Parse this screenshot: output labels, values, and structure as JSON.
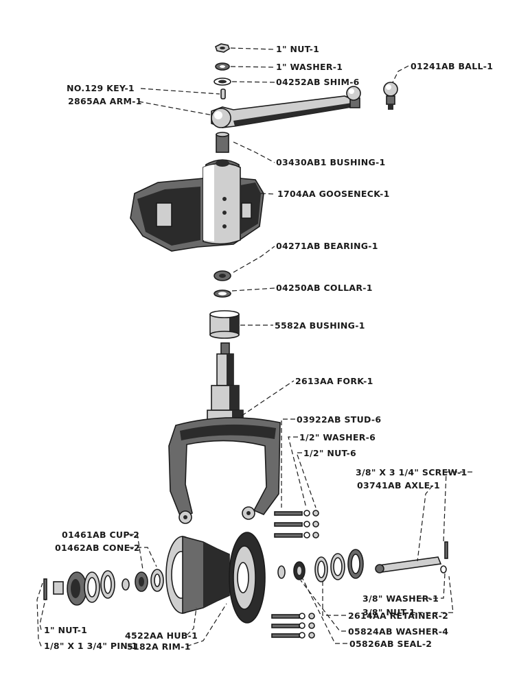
{
  "labels": {
    "nut_1in_top": "1\" NUT-1",
    "washer_1in": "1\" WASHER-1",
    "shim": "04252AB SHIM-6",
    "ball": "01241AB BALL-1",
    "key": "NO.129 KEY-1",
    "arm": "2865AA ARM-1",
    "bushing_top": "03430AB1 BUSHING-1",
    "gooseneck": "1704AA GOOSENECK-1",
    "bearing": "04271AB BEARING-1",
    "collar": "04250AB COLLAR-1",
    "bushing_lower": "5582A BUSHING-1",
    "fork": "2613AA FORK-1",
    "stud": "03922AB STUD-6",
    "washer_half": "1/2\" WASHER-6",
    "nut_half": "1/2\" NUT-6",
    "screw": "3/8\" X 3 1/4\" SCREW-1",
    "axle": "03741AB AXLE-1",
    "cup": "01461AB CUP-2",
    "cone": "01462AB CONE-2",
    "washer_3_8": "3/8\" WASHER-1",
    "nut_3_8": "3/8\" NUT-1",
    "retainer": "2614AA RETAINER-2",
    "washer_4": "05824AB WASHER-4",
    "seal": "05826AB SEAL-2",
    "hub": "4522AA HUB-1",
    "rim": "5182A RIM-1",
    "nut_1in_bottom": "1\" NUT-1",
    "pin": "1/8\" X 1 3/4\" PIN-1"
  }
}
